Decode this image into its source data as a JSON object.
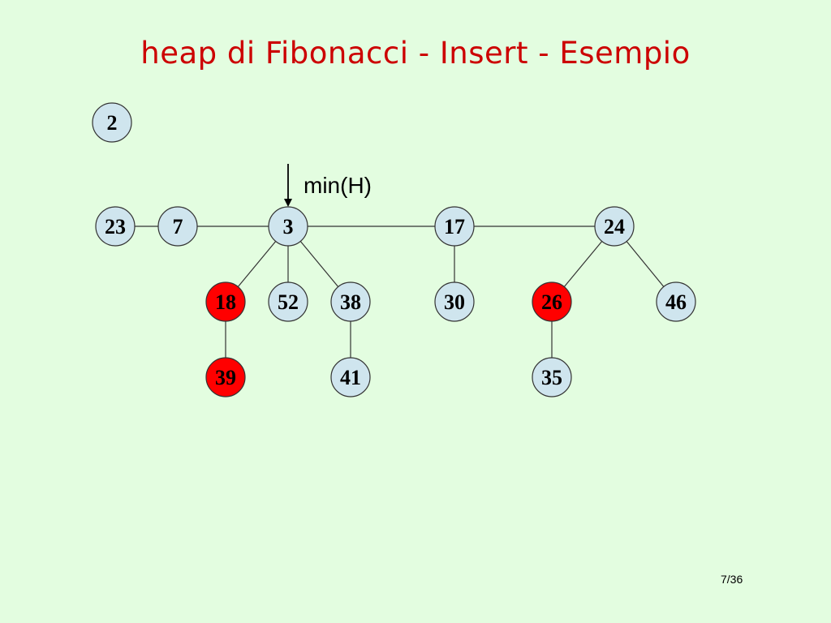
{
  "title": "heap di Fibonacci - Insert - Esempio",
  "page_number": "7/36",
  "colors": {
    "background": "#e3fde0",
    "title": "#cc0000",
    "node_fill": "#cfe5ee",
    "marked_node_fill": "#ff0000",
    "node_stroke": "#333333",
    "edge": "#333333"
  },
  "min_pointer": {
    "label": "min(H)",
    "target": "n3"
  },
  "nodes": [
    {
      "id": "n2",
      "key": "2",
      "marked": false
    },
    {
      "id": "n23",
      "key": "23",
      "marked": false
    },
    {
      "id": "n7",
      "key": "7",
      "marked": false
    },
    {
      "id": "n3",
      "key": "3",
      "marked": false
    },
    {
      "id": "n17",
      "key": "17",
      "marked": false
    },
    {
      "id": "n24",
      "key": "24",
      "marked": false
    },
    {
      "id": "n18",
      "key": "18",
      "marked": true
    },
    {
      "id": "n52",
      "key": "52",
      "marked": false
    },
    {
      "id": "n38",
      "key": "38",
      "marked": false
    },
    {
      "id": "n30",
      "key": "30",
      "marked": false
    },
    {
      "id": "n26",
      "key": "26",
      "marked": true
    },
    {
      "id": "n46",
      "key": "46",
      "marked": false
    },
    {
      "id": "n39",
      "key": "39",
      "marked": true
    },
    {
      "id": "n41",
      "key": "41",
      "marked": false
    },
    {
      "id": "n35",
      "key": "35",
      "marked": false
    }
  ],
  "root_list_links": [
    [
      "n23",
      "n7"
    ],
    [
      "n7",
      "n3"
    ],
    [
      "n3",
      "n17"
    ],
    [
      "n17",
      "n24"
    ]
  ],
  "child_links": [
    [
      "n3",
      "n18"
    ],
    [
      "n3",
      "n52"
    ],
    [
      "n3",
      "n38"
    ],
    [
      "n17",
      "n30"
    ],
    [
      "n24",
      "n26"
    ],
    [
      "n24",
      "n46"
    ],
    [
      "n18",
      "n39"
    ],
    [
      "n38",
      "n41"
    ],
    [
      "n26",
      "n35"
    ]
  ]
}
